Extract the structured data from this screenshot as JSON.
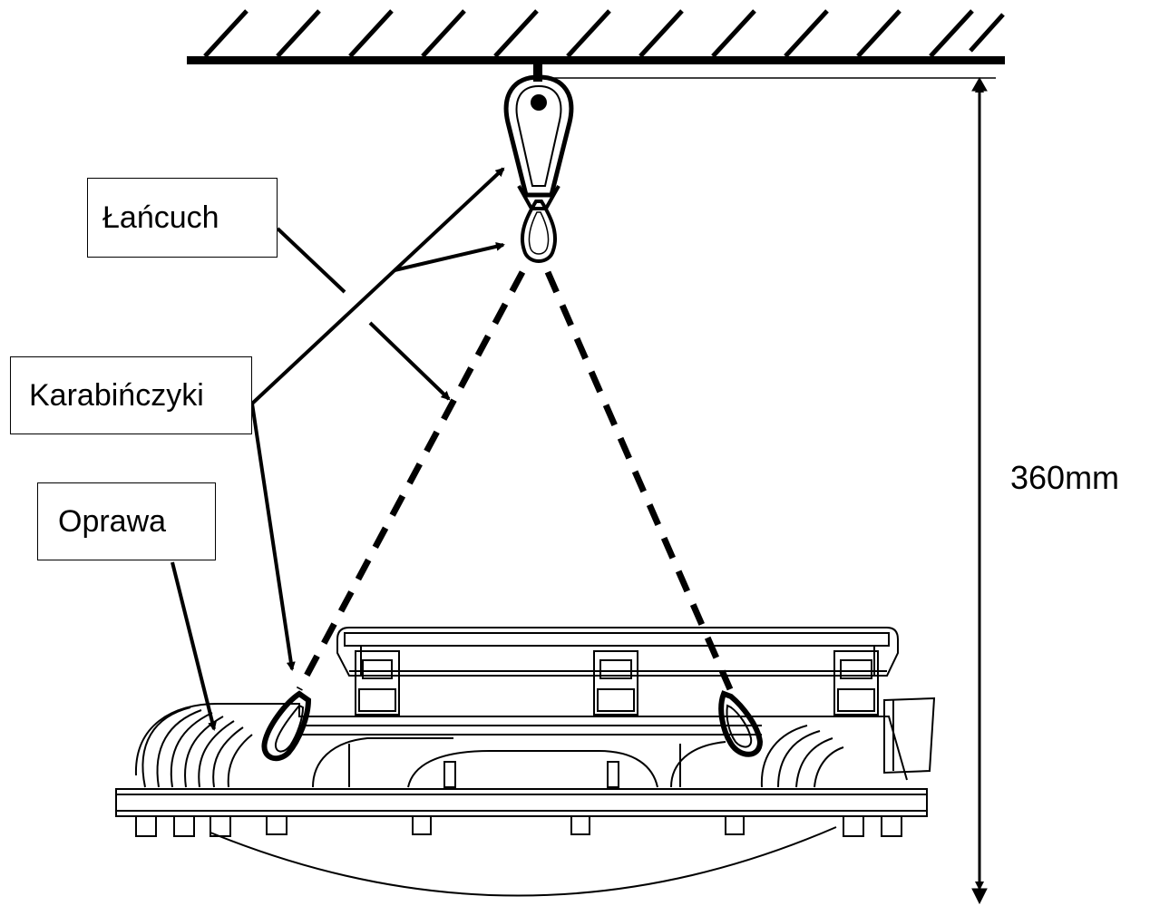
{
  "labels": {
    "chain": "Łańcuch",
    "carabiners": "Karabińczyki",
    "fixture": "Oprawa"
  },
  "dimension": {
    "height_text": "360mm"
  },
  "colors": {
    "line": "#000000",
    "background": "#ffffff"
  }
}
